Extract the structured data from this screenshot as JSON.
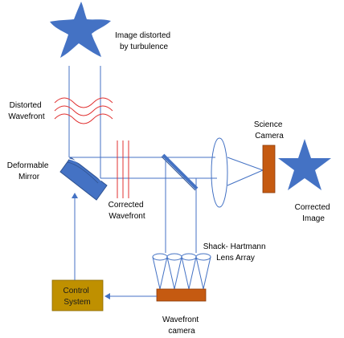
{
  "labels": {
    "distorted_image": [
      "Image distorted",
      "by turbulence"
    ],
    "distorted_wavefront": [
      "Distorted",
      "Wavefront"
    ],
    "deformable_mirror": [
      "Deformable",
      "Mirror"
    ],
    "corrected_wavefront": [
      "Corrected",
      "Wavefront"
    ],
    "science_camera": [
      "Science",
      "Camera"
    ],
    "corrected_image": [
      "Corrected",
      "Image"
    ],
    "shack_hartmann": [
      "Shack- Hartmann",
      "Lens Array"
    ],
    "wavefront_camera": [
      "Wavefront",
      "camera"
    ],
    "control_system": [
      "Control",
      "System"
    ]
  },
  "colors": {
    "beam": "#4472C4",
    "star": "#4472C4",
    "wavefront": "#E03030",
    "mirror_fill": "#4472C4",
    "mirror_stroke": "#2F528F",
    "science_camera": "#C55A11",
    "wavefront_camera": "#C55A11",
    "control_system": "#BF9000"
  }
}
